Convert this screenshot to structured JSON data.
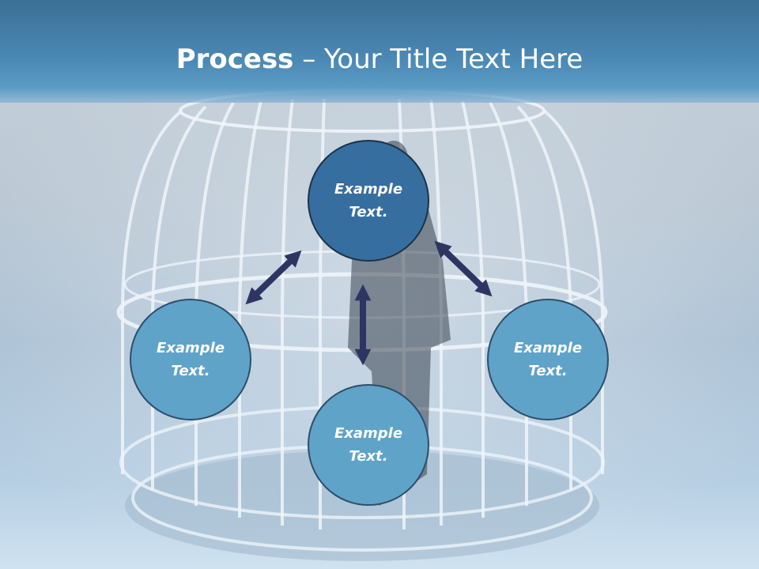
{
  "title": {
    "bold": "Process",
    "rest": " – Your Title Text Here"
  },
  "nodes": {
    "top": "Example Text.",
    "left": "Example Text.",
    "right": "Example Text.",
    "bottom": "Example Text."
  },
  "colors": {
    "title_band": "#4a87b3",
    "node_fill": "#5fa3c9",
    "node_top_fill": "#366ea0",
    "arrow": "#2f3563"
  }
}
